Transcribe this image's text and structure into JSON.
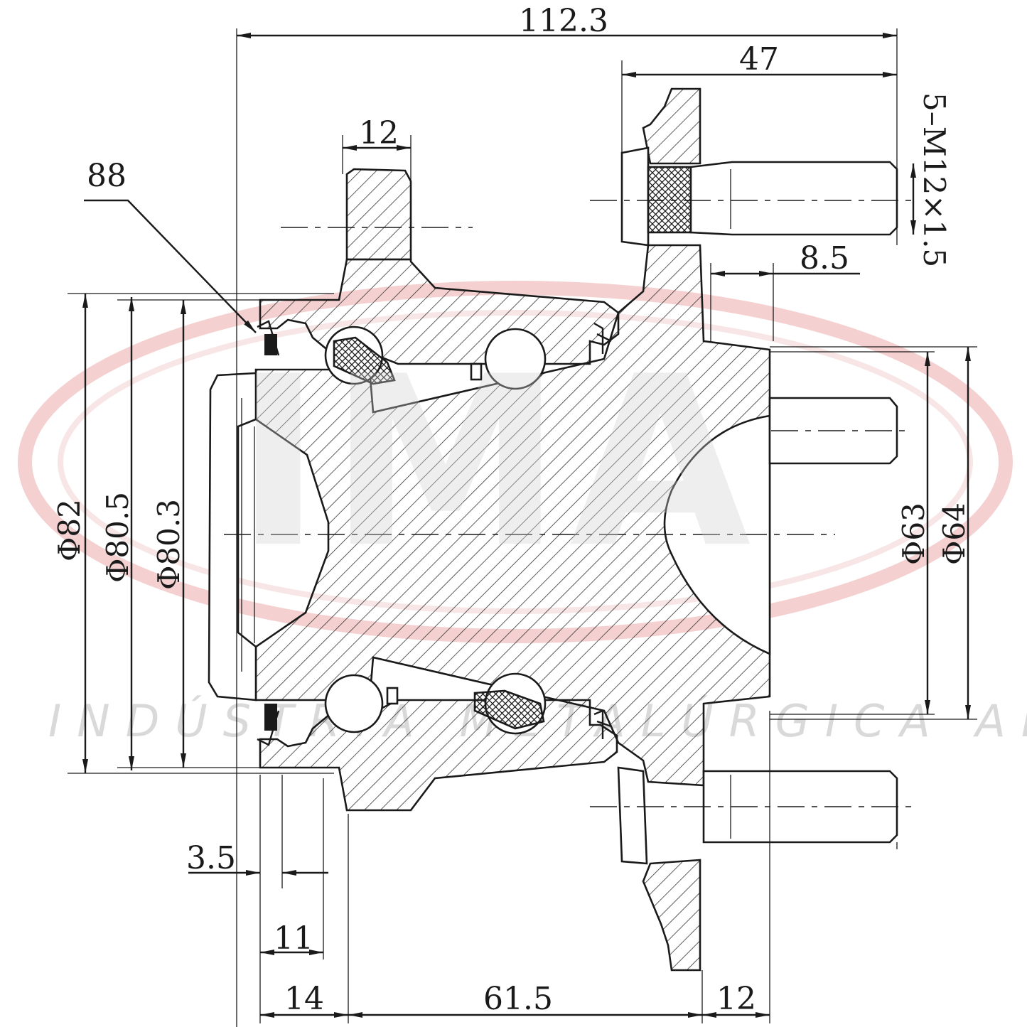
{
  "watermark": {
    "logo_text": "IMA",
    "company_text": "INDÚSTRIA METALÚRGICA ALLI",
    "logo_color": "#e8a0a0"
  },
  "dimensions": {
    "overall_length": "112.3",
    "flange_to_end": "47",
    "bolt_boss_width": "12",
    "seal_ref": "88",
    "stud_spec": "5–M12×1.5",
    "stud_offset": "8.5",
    "dia_82": "Φ82",
    "dia_80_5": "Φ80.5",
    "dia_80_3": "Φ80.3",
    "dia_63": "Φ63",
    "dia_64": "Φ64",
    "seal_width": "3.5",
    "inner_step": "11",
    "front_width": "14",
    "hub_length": "61.5",
    "flange_width": "12"
  },
  "colors": {
    "line": "#1a1a1a",
    "hatch": "#333333",
    "watermark_gray": "#d9d9d9"
  }
}
